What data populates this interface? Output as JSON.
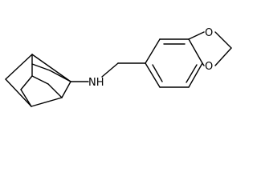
{
  "molecule": {
    "atoms": {
      "amine_label": "NH",
      "oxygen_top_label": "O",
      "oxygen_bottom_label": "O"
    }
  }
}
